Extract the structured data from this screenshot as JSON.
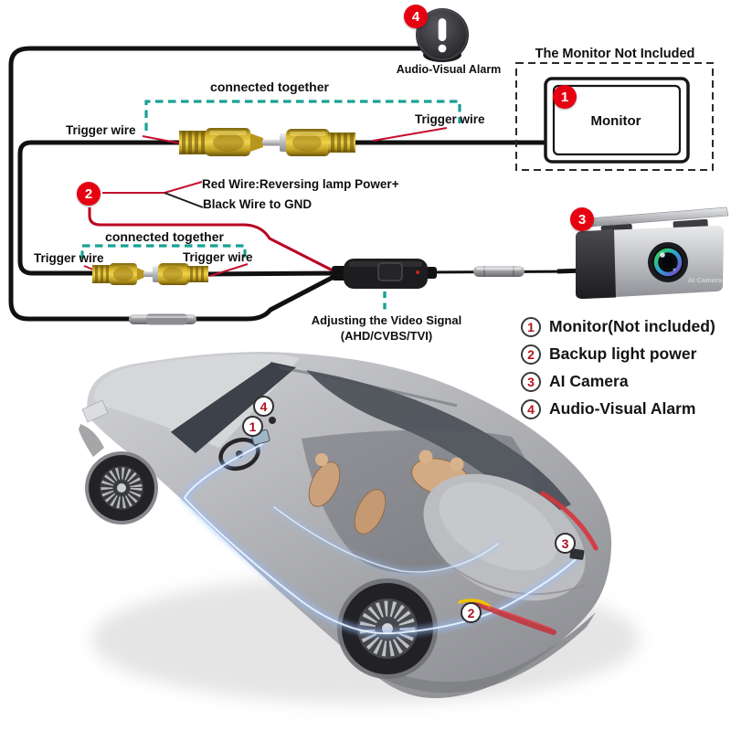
{
  "labels": {
    "connected_together": "connected together",
    "trigger_wire": "Trigger wire",
    "red_wire": "Red Wire:Reversing lamp Power+",
    "black_wire": "Black Wire to GND",
    "adjusting_line1": "Adjusting the Video Signal",
    "adjusting_line2": "(AHD/CVBS/TVI)",
    "alarm": "Audio-Visual Alarm",
    "monitor_note": "The Monitor Not Included",
    "monitor": "Monitor",
    "camera_text": "AI Camera"
  },
  "badges": {
    "alarm": "4",
    "monitor": "1",
    "power": "2",
    "camera": "3"
  },
  "car_markers": {
    "alarm": "4",
    "monitor": "1",
    "camera": "3",
    "power": "2"
  },
  "legend": {
    "items": [
      {
        "num": "1",
        "label": "Monitor(Not included)"
      },
      {
        "num": "2",
        "label": "Backup light power"
      },
      {
        "num": "3",
        "label": "AI Camera"
      },
      {
        "num": "4",
        "label": "Audio-Visual Alarm"
      }
    ]
  },
  "icons": {
    "alarm": "exclamation-mark",
    "camera_lens": "camera-lens"
  },
  "colors": {
    "badge_red": "#e60012",
    "marker_red": "#b5121b",
    "teal_dash": "#18a193",
    "wire_red": "#c3102e",
    "rca_yellow": "#d8b52e",
    "car_silver": "#b6b7ba"
  }
}
